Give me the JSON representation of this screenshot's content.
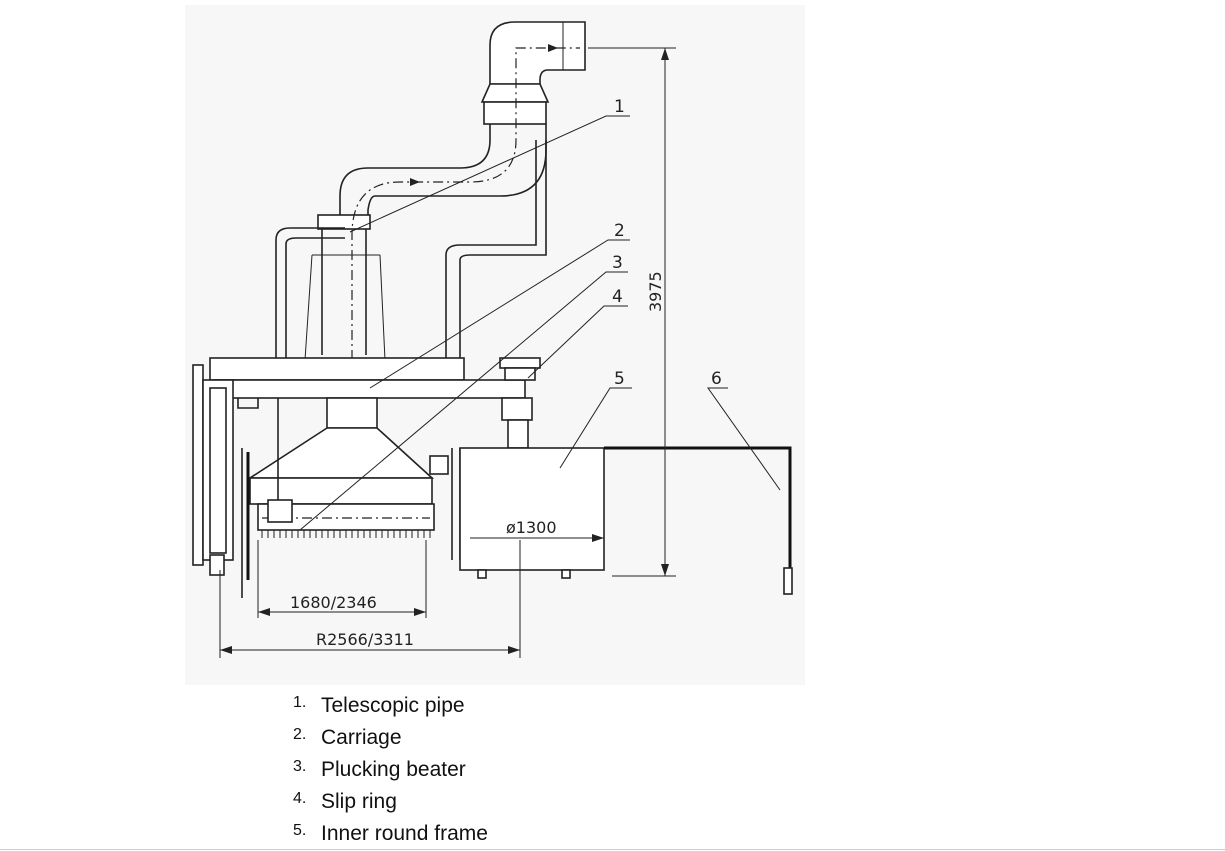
{
  "callouts": [
    "1",
    "2",
    "3",
    "4",
    "5",
    "6"
  ],
  "dimensions": {
    "height": "3975",
    "diameter": "ø1300",
    "beater_width": "1680/2346",
    "radius": "R2566/3311"
  },
  "legend": [
    {
      "num": "1.",
      "label": "Telescopic pipe"
    },
    {
      "num": "2.",
      "label": "Carriage"
    },
    {
      "num": "3.",
      "label": "Plucking beater"
    },
    {
      "num": "4.",
      "label": "Slip ring"
    },
    {
      "num": "5.",
      "label": "Inner round frame"
    }
  ]
}
